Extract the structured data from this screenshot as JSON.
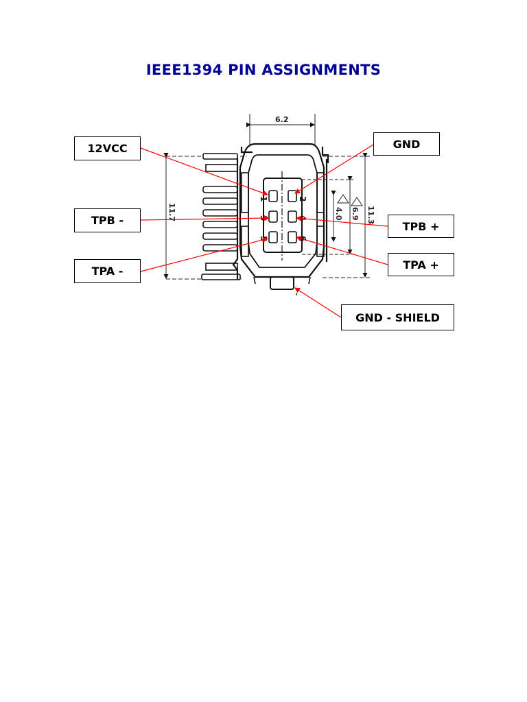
{
  "title": "IEEE1394 PIN ASSIGNMENTS",
  "labels": {
    "vcc": "12VCC",
    "gnd": "GND",
    "tpb_minus": "TPB -",
    "tpb_plus": "TPB +",
    "tpa_minus": "TPA -",
    "tpa_plus": "TPA +",
    "gnd_shield": "GND - SHIELD"
  },
  "dimensions": {
    "width_top": "6.2",
    "height_left": "11.7",
    "height_right": "11.3",
    "inner_height": "6.9",
    "pin_span": "4.0"
  },
  "pins": [
    "1",
    "2",
    "3",
    "4",
    "5",
    "6"
  ],
  "colors": {
    "title": "#000099",
    "leader": "#ff0000",
    "drawing": "#111111"
  }
}
